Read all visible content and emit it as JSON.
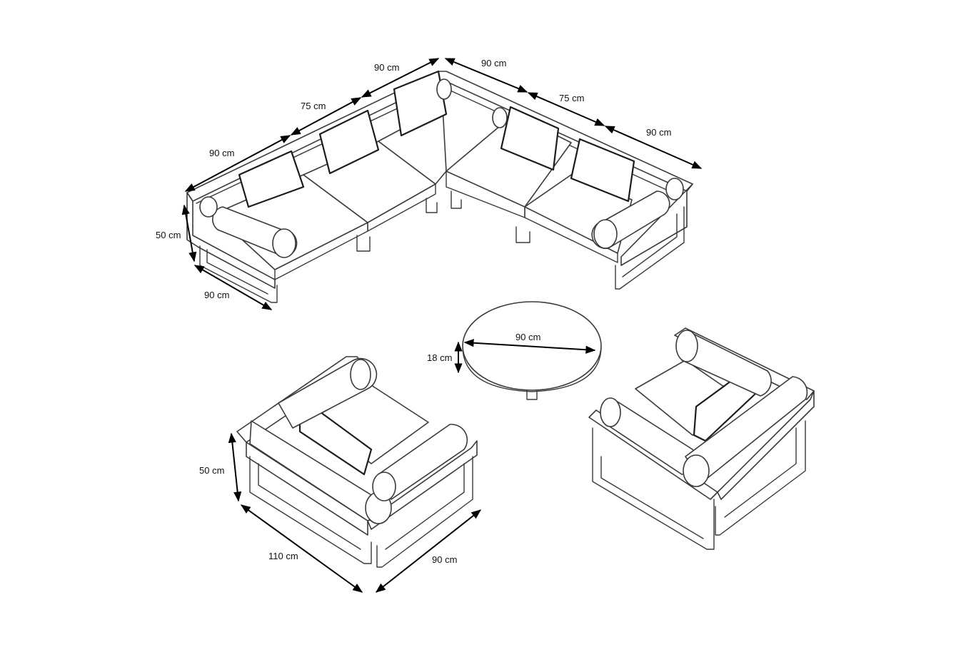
{
  "dimensions": {
    "sofa_left_module": "90 cm",
    "sofa_left_middle": "75 cm",
    "sofa_left_corner": "90 cm",
    "sofa_right_corner": "90 cm",
    "sofa_right_middle": "75 cm",
    "sofa_right_module": "90 cm",
    "sofa_height": "50 cm",
    "sofa_depth": "90 cm",
    "table_diameter": "90 cm",
    "table_height": "18 cm",
    "armchair_height": "50 cm",
    "armchair_width": "110 cm",
    "armchair_depth": "90 cm"
  },
  "icons": {
    "sectional_sofa": "sectional-sofa-drawing",
    "coffee_table": "round-coffee-table-drawing",
    "armchair_left": "armchair-drawing",
    "armchair_right": "armchair-drawing"
  },
  "colors": {
    "line": "#3a3a3a",
    "dimension": "#000000",
    "background": "#ffffff"
  }
}
